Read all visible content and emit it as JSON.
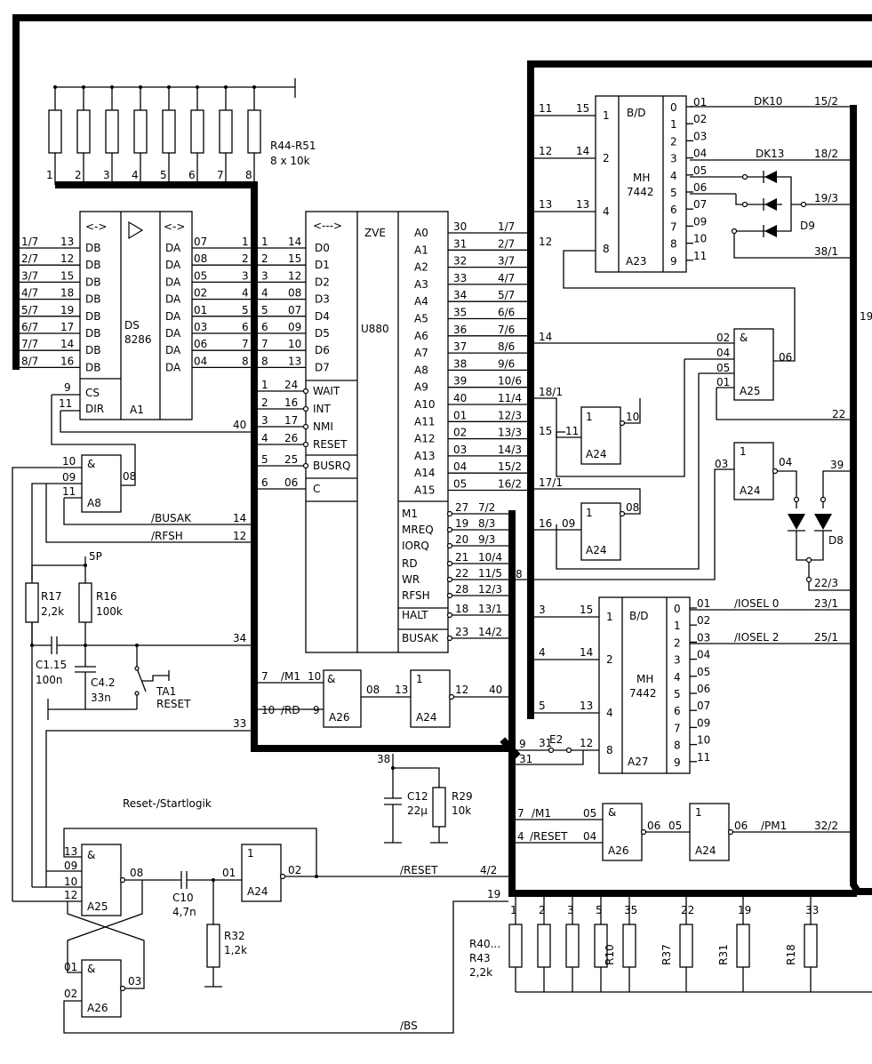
{
  "pullups_top": {
    "label": "R44-R51",
    "value": "8 x 10k",
    "pins": [
      "1",
      "2",
      "3",
      "4",
      "5",
      "6",
      "7",
      "8"
    ]
  },
  "a1": {
    "name": "A1",
    "type": "DS",
    "part": "8286",
    "arrow_left": "<->",
    "arrow_right": "<->",
    "left": [
      [
        "1/7",
        "13",
        "DB"
      ],
      [
        "2/7",
        "12",
        "DB"
      ],
      [
        "3/7",
        "15",
        "DB"
      ],
      [
        "4/7",
        "18",
        "DB"
      ],
      [
        "5/7",
        "19",
        "DB"
      ],
      [
        "6/7",
        "17",
        "DB"
      ],
      [
        "7/7",
        "14",
        "DB"
      ],
      [
        "8/7",
        "16",
        "DB"
      ]
    ],
    "right": [
      [
        "DA",
        "07",
        "1"
      ],
      [
        "DA",
        "08",
        "2"
      ],
      [
        "DA",
        "05",
        "3"
      ],
      [
        "DA",
        "02",
        "4"
      ],
      [
        "DA",
        "01",
        "5"
      ],
      [
        "DA",
        "03",
        "6"
      ],
      [
        "DA",
        "06",
        "7"
      ],
      [
        "DA",
        "04",
        "8"
      ]
    ],
    "cs": [
      "9",
      "CS"
    ],
    "dir": [
      "11",
      "DIR"
    ]
  },
  "cpu": {
    "name": "U880",
    "title": "ZVE",
    "arrow": "<--->",
    "data": [
      [
        "1",
        "14",
        "D0"
      ],
      [
        "2",
        "15",
        "D1"
      ],
      [
        "3",
        "12",
        "D2"
      ],
      [
        "4",
        "08",
        "D3"
      ],
      [
        "5",
        "07",
        "D4"
      ],
      [
        "6",
        "09",
        "D5"
      ],
      [
        "7",
        "10",
        "D6"
      ],
      [
        "8",
        "13",
        "D7"
      ]
    ],
    "ctrl": [
      [
        "1",
        "24",
        "WAIT"
      ],
      [
        "2",
        "16",
        "INT"
      ],
      [
        "3",
        "17",
        "NMI"
      ],
      [
        "4",
        "26",
        "RESET"
      ],
      [
        "5",
        "25",
        "BUSRQ"
      ],
      [
        "6",
        "06",
        "C"
      ]
    ],
    "addr": [
      [
        "A0",
        "30",
        "1/7"
      ],
      [
        "A1",
        "31",
        "2/7"
      ],
      [
        "A2",
        "32",
        "3/7"
      ],
      [
        "A3",
        "33",
        "4/7"
      ],
      [
        "A4",
        "34",
        "5/7"
      ],
      [
        "A5",
        "35",
        "6/6"
      ],
      [
        "A6",
        "36",
        "7/6"
      ],
      [
        "A7",
        "37",
        "8/6"
      ],
      [
        "A8",
        "38",
        "9/6"
      ],
      [
        "A9",
        "39",
        "10/6"
      ],
      [
        "A10",
        "40",
        "11/4"
      ],
      [
        "A11",
        "01",
        "12/3"
      ],
      [
        "A12",
        "02",
        "13/3"
      ],
      [
        "A13",
        "03",
        "14/3"
      ],
      [
        "A14",
        "04",
        "15/2"
      ],
      [
        "A15",
        "05",
        "16/2"
      ]
    ],
    "out": [
      [
        "M1",
        "27",
        "7/2"
      ],
      [
        "MREQ",
        "19",
        "8/3"
      ],
      [
        "IORQ",
        "20",
        "9/3"
      ],
      [
        "RD",
        "21",
        "10/4"
      ],
      [
        "WR",
        "22",
        "11/5"
      ],
      [
        "RFSH",
        "28",
        "12/3"
      ],
      [
        "HALT",
        "18",
        "13/1"
      ],
      [
        "BUSAK",
        "23",
        "14/2"
      ]
    ],
    "pin40": "40"
  },
  "a23": {
    "name": "A23",
    "bd": "B/D",
    "part1": "MH",
    "part2": "7442",
    "inputs": [
      [
        "11",
        "15",
        "1"
      ],
      [
        "12",
        "14",
        "2"
      ],
      [
        "13",
        "13",
        "4"
      ],
      [
        "12",
        "",
        "8"
      ]
    ],
    "outputs": [
      [
        "0",
        "01"
      ],
      [
        "1",
        "02"
      ],
      [
        "2",
        "03"
      ],
      [
        "3",
        "04"
      ],
      [
        "4",
        "05"
      ],
      [
        "5",
        "06"
      ],
      [
        "6",
        "07"
      ],
      [
        "7",
        "09"
      ],
      [
        "8",
        "10"
      ],
      [
        "9",
        "11"
      ]
    ]
  },
  "dk10": {
    "label": "DK10",
    "pin": "15/2"
  },
  "dk13": {
    "label": "DK13",
    "pin": "18/2"
  },
  "d9": {
    "label": "D9",
    "pin": "19/3",
    "pin2": "38/1"
  },
  "a25_top": {
    "name": "A25",
    "sym": "&",
    "in": [
      "02",
      "04",
      "05",
      "01"
    ],
    "out": "06",
    "ext14": "14",
    "pin22": "22"
  },
  "a24_a": {
    "name": "A24",
    "sym": "1",
    "in": "11",
    "out": "10",
    "ext": "18/1",
    "ext2": "15"
  },
  "a24_b": {
    "name": "A24",
    "sym": "1",
    "in": "09",
    "out": "08",
    "ext": "17/1",
    "ext2": "16"
  },
  "a24_c": {
    "name": "A24",
    "sym": "1",
    "in": "03",
    "out": "04",
    "pin39": "39"
  },
  "d8": {
    "label": "D8",
    "pin": "22/3"
  },
  "a27": {
    "name": "A27",
    "bd": "B/D",
    "part1": "MH",
    "part2": "7442",
    "inputs": [
      [
        "3",
        "15",
        "1"
      ],
      [
        "4",
        "14",
        "2"
      ],
      [
        "5",
        "13",
        "4"
      ],
      [
        "31",
        "12",
        "8"
      ]
    ],
    "outputs": [
      [
        "0",
        "01"
      ],
      [
        "1",
        "02"
      ],
      [
        "2",
        "03"
      ],
      [
        "3",
        "04"
      ],
      [
        "4",
        "05"
      ],
      [
        "5",
        "06"
      ],
      [
        "6",
        "07"
      ],
      [
        "7",
        "09"
      ],
      [
        "8",
        "10"
      ],
      [
        "9",
        "11"
      ]
    ],
    "e2": "E2",
    "pin9": "9",
    "pin8": "8"
  },
  "iosel": {
    "iosel0": "/IOSEL 0",
    "iosel0_pin": "23/1",
    "iosel2": "/IOSEL 2",
    "iosel2_pin": "25/1"
  },
  "a8": {
    "name": "A8",
    "sym": "&",
    "in": [
      "10",
      "09",
      "11"
    ],
    "out": "08",
    "busak": "/BUSAK",
    "busak_pin": "14",
    "rfsh": "/RFSH",
    "rfsh_pin": "12"
  },
  "reset_rc": {
    "supply": "5P",
    "r17": "R17",
    "r17v": "2,2k",
    "r16": "R16",
    "r16v": "100k",
    "c115": "C1.15",
    "c115v": "100n",
    "c42": "C4.2",
    "c42v": "33n",
    "ta1": "TA1",
    "ta1v": "RESET",
    "pin34": "34",
    "pin33": "33"
  },
  "a26_mid": {
    "name": "A26",
    "sym": "&",
    "in": [
      [
        "7",
        "/M1",
        "10"
      ],
      [
        "10",
        "/RD",
        "9"
      ]
    ],
    "out": "08"
  },
  "a24_mid": {
    "name": "A24",
    "sym": "1",
    "in": "13",
    "out": "12",
    "pin": "40"
  },
  "c12": {
    "label": "C12",
    "value": "22µ",
    "pin": "38"
  },
  "r29": {
    "label": "R29",
    "value": "10k"
  },
  "reset_logic": {
    "title": "Reset-/Startlogik",
    "a25": {
      "name": "A25",
      "sym": "&",
      "in": [
        "13",
        "09",
        "10",
        "12"
      ],
      "out": "08"
    },
    "c10": "C10",
    "c10v": "4,7n",
    "a24": {
      "name": "A24",
      "sym": "1",
      "in": "01",
      "out": "02"
    },
    "r32": "R32",
    "r32v": "1,2k",
    "a26": {
      "name": "A26",
      "sym": "&",
      "in": [
        "01",
        "02"
      ],
      "out": "03"
    },
    "reset": "/RESET",
    "reset_pin": "4/2",
    "bs": "/BS",
    "pin19": "19"
  },
  "pm1": {
    "a26": {
      "name": "A26",
      "sym": "&",
      "in": [
        [
          "7",
          "/M1",
          "05"
        ],
        [
          "4",
          "/RESET",
          "04"
        ]
      ],
      "out": "06"
    },
    "a24": {
      "name": "A24",
      "sym": "1",
      "in": "05",
      "out": "06"
    },
    "label": "/PM1",
    "pin": "32/2"
  },
  "bottom_res": {
    "group": "R40...",
    "group2": "R43",
    "group_v": "2,2k",
    "pins": [
      "1",
      "2",
      "3",
      "5",
      "35",
      "22",
      "19",
      "33"
    ],
    "names": [
      "R10",
      "R37",
      "R31",
      "R18"
    ]
  },
  "edge_pin": "19"
}
